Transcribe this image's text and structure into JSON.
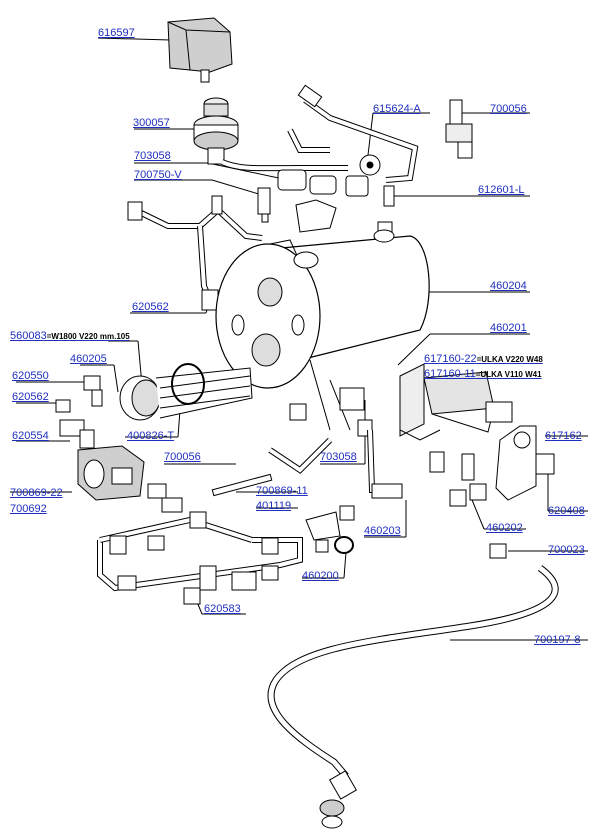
{
  "diagram": {
    "parts": [
      {
        "code": "616597",
        "note": ""
      },
      {
        "code": "300057",
        "note": ""
      },
      {
        "code": "615624-A",
        "note": ""
      },
      {
        "code": "700056",
        "note": ""
      },
      {
        "code": "703058",
        "note": ""
      },
      {
        "code": "700750-V",
        "note": ""
      },
      {
        "code": "612601-L",
        "note": ""
      },
      {
        "code": "460204",
        "note": ""
      },
      {
        "code": "620562",
        "note": ""
      },
      {
        "code": "460201",
        "note": ""
      },
      {
        "code": "560083",
        "note": "=W1800 V220 mm.105"
      },
      {
        "code": "460205",
        "note": ""
      },
      {
        "code": "617160-22",
        "note": "=ULKA V220 W48"
      },
      {
        "code": "617160-11",
        "note": "=ULKA V110 W41"
      },
      {
        "code": "620550",
        "note": ""
      },
      {
        "code": "620562",
        "note": ""
      },
      {
        "code": "620554",
        "note": ""
      },
      {
        "code": "400826-T",
        "note": ""
      },
      {
        "code": "617162",
        "note": ""
      },
      {
        "code": "700056",
        "note": ""
      },
      {
        "code": "703058",
        "note": ""
      },
      {
        "code": "700869-22",
        "note": ""
      },
      {
        "code": "700869-11",
        "note": ""
      },
      {
        "code": "700692",
        "note": ""
      },
      {
        "code": "620408",
        "note": ""
      },
      {
        "code": "401119",
        "note": ""
      },
      {
        "code": "460203",
        "note": ""
      },
      {
        "code": "460202",
        "note": ""
      },
      {
        "code": "700023",
        "note": ""
      },
      {
        "code": "460200",
        "note": ""
      },
      {
        "code": "620583",
        "note": ""
      },
      {
        "code": "700197-8",
        "note": ""
      }
    ]
  }
}
